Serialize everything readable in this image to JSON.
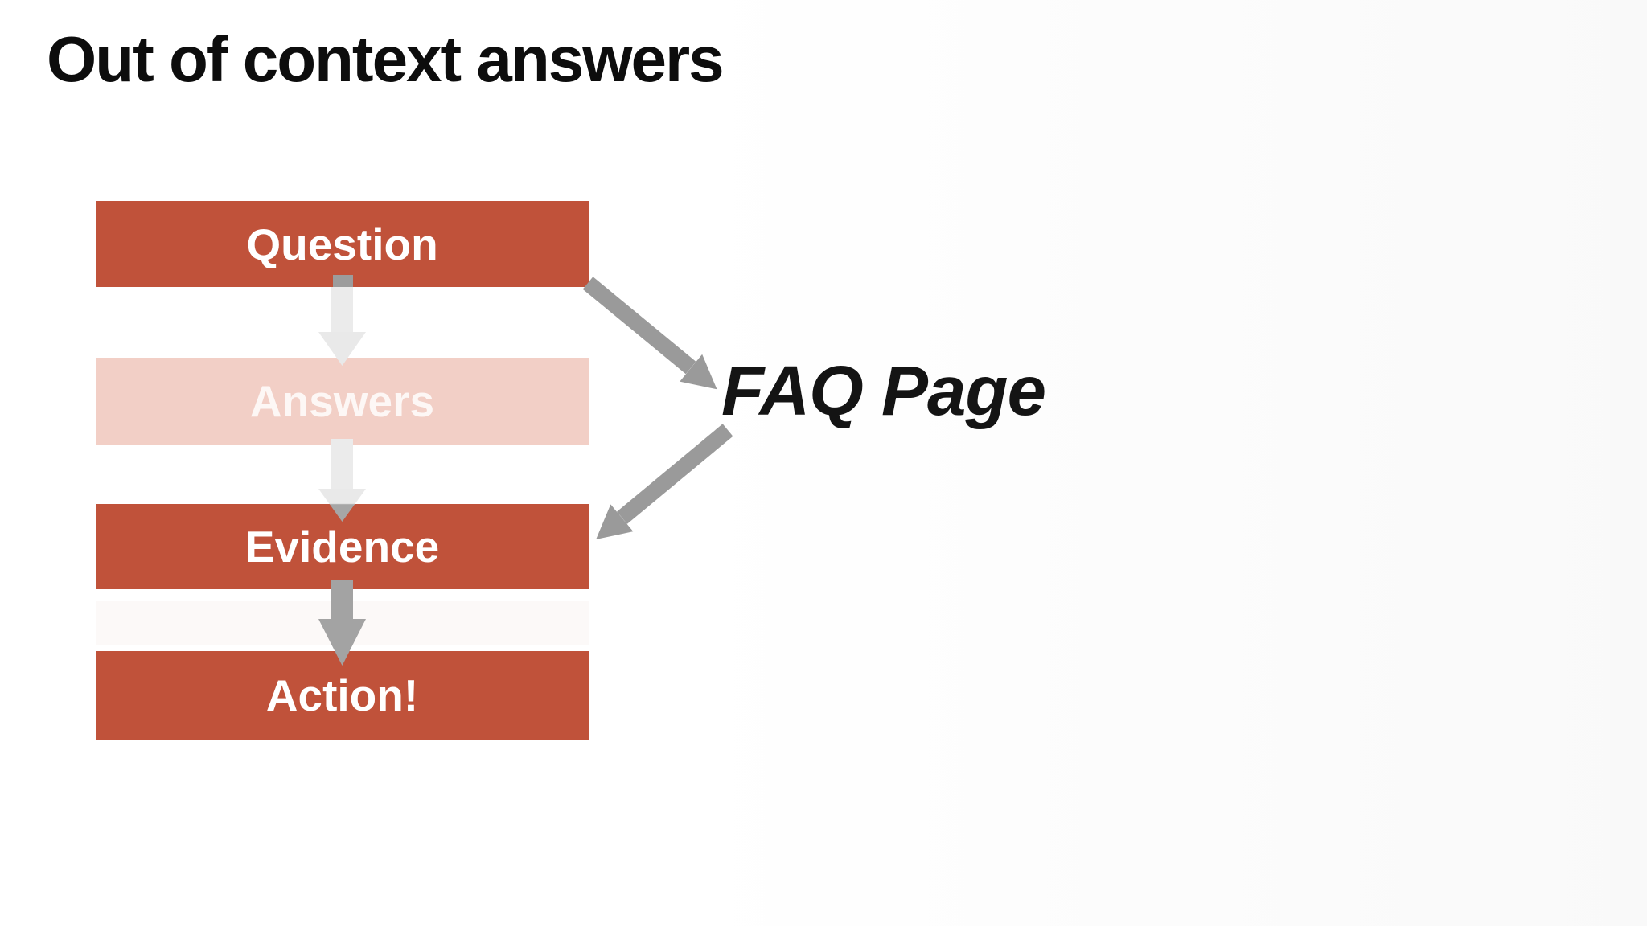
{
  "slide": {
    "title": "Out of context answers"
  },
  "flowchart": {
    "boxes": [
      {
        "label": "Question",
        "style": "solid"
      },
      {
        "label": "Answers",
        "style": "faded"
      },
      {
        "label": "Evidence",
        "style": "solid"
      },
      {
        "label": "Action!",
        "style": "solid"
      }
    ],
    "connectors": [
      {
        "name": "question-to-answers",
        "direction": "down",
        "tone": "light"
      },
      {
        "name": "answers-to-evidence",
        "direction": "down",
        "tone": "light"
      },
      {
        "name": "evidence-to-action",
        "direction": "down",
        "tone": "mid"
      }
    ]
  },
  "callout": {
    "label": "FAQ Page",
    "arrows": [
      {
        "name": "question-to-faq",
        "direction": "down-right"
      },
      {
        "name": "faq-to-evidence",
        "direction": "down-left"
      }
    ]
  },
  "colors": {
    "box_solid": "#C0523A",
    "box_faded": "#F2CFC6",
    "box_text": "#FFFFFF",
    "connector_light": "#EBEBEB",
    "connector_mid": "#A3A3A3",
    "connector_overlap": "#9C9C9C",
    "callout_arrow": "#9A9A9A",
    "title_text": "#0D0D0D",
    "callout_text": "#141414",
    "background": "#FFFFFF"
  }
}
